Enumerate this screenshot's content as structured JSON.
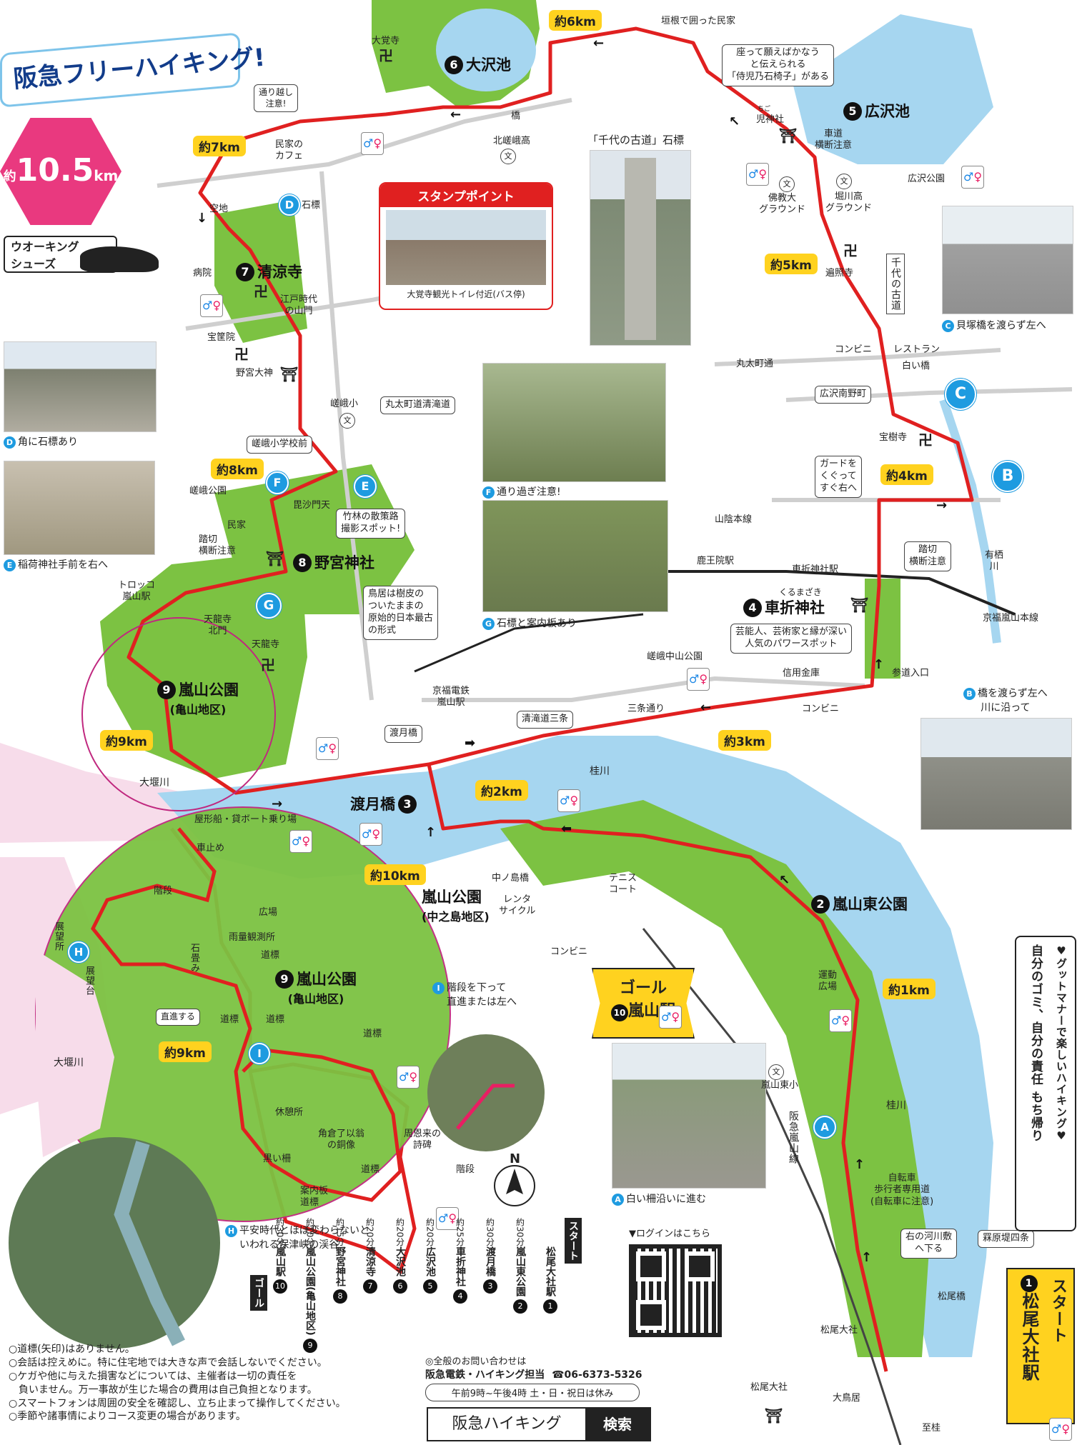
{
  "header": {
    "title_fragment": "阪急フリーハイキング!",
    "distance_prefix": "約",
    "distance_value": "10.5",
    "distance_unit": "km",
    "shoes_label_1": "ウオーキング",
    "shoes_label_2": "シューズ"
  },
  "places": {
    "p1_num": "1",
    "p1_name_a": "スタート",
    "p1_name_b": "松尾大社駅",
    "p2_num": "2",
    "p2_name": "嵐山東公園",
    "p3_num": "3",
    "p3_name": "渡月橋",
    "p4_num": "4",
    "p4_name": "車折神社",
    "p4_ruby": "くるまざき",
    "p5_num": "5",
    "p5_name": "広沢池",
    "p6_num": "6",
    "p6_name": "大沢池",
    "p7_num": "7",
    "p7_name": "清涼寺",
    "p8_num": "8",
    "p8_name": "野宮神社",
    "p9_num": "9",
    "p9_name": "嵐山公園",
    "p9_sub": "(亀山地区)",
    "p10_num": "10",
    "p10_name": "嵐山駅",
    "goal": "ゴール",
    "nakanoshima": "嵐山公園",
    "nakanoshima_sub": "(中之島地区)"
  },
  "distances": {
    "d1": "約1km",
    "d2": "約2km",
    "d3": "約3km",
    "d4": "約4km",
    "d5": "約5km",
    "d6": "約6km",
    "d7": "約7km",
    "d8": "約8km",
    "d9": "約9km",
    "d9b": "約9km",
    "d10": "約10km"
  },
  "labels": {
    "kakine": "垣根で囲った民家",
    "jidou1": "座って願えばかなう",
    "jidou2": "と伝えられる",
    "jidou3": "「侍児乃石椅子」がある",
    "chigo": "ちご",
    "chigo_shrine": "児神社",
    "crossing1": "車道",
    "crossing2": "横断注意",
    "hirosawa_park": "広沢公園",
    "bukkyo1": "佛教大",
    "bukkyo2": "グラウンド",
    "horikawa1": "堀川高",
    "horikawa2": "グラウンド",
    "henshoji": "遍照寺",
    "chiyo_road": "千代の古道",
    "chiyo_stone": "「千代の古道」石標",
    "kitasaga": "北嵯峨高",
    "hashi": "橋",
    "toorikoshi1": "通り越し",
    "toorikoshi2": "注意!",
    "minka_cafe1": "民家の",
    "minka_cafe2": "カフェ",
    "ishishirube": "石標",
    "stamp_title": "スタンプポイント",
    "stamp_caption": "大覚寺観光トイレ付近(バス停)",
    "daikakuji": "大覚寺",
    "akichi": "空地",
    "byoin": "病院",
    "edo1": "江戸時代",
    "edo2": "の山門",
    "hokyoin": "宝筐院",
    "nonomiya_daijin": "野宮大神",
    "sagasho": "嵯峨小",
    "marutamachi_kiyotaki": "丸太町道清滝道",
    "sagasho_mae": "嵯峨小学校前",
    "saga_park": "嵯峨公園",
    "bishamon": "毘沙門天",
    "minka": "民家",
    "fumikiri1": "踏切",
    "fumikiri2": "横断注意",
    "chikurin1": "竹林の散策路",
    "chikurin2": "撮影スポット!",
    "torii1": "鳥居は樹皮の",
    "torii2": "ついたままの",
    "torii3": "原始的日本最古",
    "torii4": "の形式",
    "torokko1": "トロッコ",
    "torokko2": "嵐山駅",
    "tenryuji_kita1": "天龍寺",
    "tenryuji_kita2": "北門",
    "tenryuji1": "天龍寺",
    "oi_river": "大堰川",
    "yakatabune": "屋形船・貸ボート乗り場",
    "randen1": "京福電鉄",
    "randen2": "嵐山駅",
    "togetsukyo_small": "渡月橋",
    "kiyotaki_sanjo": "清滝道三条",
    "sanjo_dori": "三条通り",
    "katsura_river": "桂川",
    "saga_nakayama": "嵯峨中山公園",
    "shinyo": "信用金庫",
    "sando_iriguchi": "参道入口",
    "konbini": "コンビニ",
    "geino1": "芸能人、芸術家と縁が深い",
    "geino2": "人気のパワースポット",
    "rokuouin": "鹿王院駅",
    "kurumazaki_st": "車折神社駅",
    "fumikiri_b1": "踏切",
    "fumikiri_b2": "横断注意",
    "sanin": "山陰本線",
    "keifuku_line": "京福嵐山本線",
    "guard1": "ガードを",
    "guard2": "くぐって",
    "guard3": "すぐ右へ",
    "arisu1": "有栖",
    "arisu2": "川",
    "marutamachi_dori": "丸太町通",
    "hirosawa_minami": "広沢南野町",
    "restaurant": "レストラン",
    "shiraibashi": "白い橋",
    "hojuji": "宝樹寺",
    "nakanoshima_bridge": "中ノ島橋",
    "rental1": "レンタ",
    "rental2": "サイクル",
    "tennis1": "テニス",
    "tennis2": "コート",
    "undo1": "運動",
    "undo2": "広場",
    "higashisho": "嵐山東小",
    "hankyu_line": "阪急嵐山線",
    "bike1": "自転車",
    "bike2": "歩行者専用道",
    "bike3": "(自転車に注意)",
    "kawara1": "右の河川敷",
    "kawara2": "へ下る",
    "matsuo_taisha": "松尾大社",
    "matsuobashi": "松尾橋",
    "karahara": "罧原堤四条",
    "otorii": "大鳥居",
    "shikatsura": "至桂",
    "kurumadome": "車止め",
    "kaidan": "階段",
    "hiroba": "広場",
    "uryo": "雨量観測所",
    "ishidatami": "石畳み",
    "dohyo": "道標",
    "tenbodai_a": "展望所",
    "tenbodai_b": "展望台",
    "chokushin": "直進する",
    "kyukeijo": "休憩所",
    "suminokura1": "角倉了以翁",
    "suminokura2": "の銅像",
    "shuonrai1": "周恩来の",
    "shuonrai2": "詩碑",
    "kuroisaku": "黒い柵",
    "annaiban1": "案内板",
    "annaiban2": "道標",
    "north": "N",
    "login": "▼ログインはこちら"
  },
  "captions": {
    "C": "貝塚橋を渡らず左へ",
    "D": "角に石標あり",
    "E": "稲荷神社手前を右へ",
    "F": "通り過ぎ注意!",
    "G": "石標と案内板あり",
    "B1": "橋を渡らず左へ",
    "B2": "川に沿って",
    "A": "白い柵沿いに進む",
    "I1": "階段を下って",
    "I2": "直進または左へ",
    "H1": "平安時代とほぼ変わらないと",
    "H2": "いわれる保津峡の渓谷"
  },
  "schedule": {
    "start": "スタート",
    "goal": "ゴール",
    "stops": [
      {
        "num": "1",
        "name": "松尾大社駅",
        "time": ""
      },
      {
        "num": "2",
        "name": "嵐山東公園",
        "time": "約30分"
      },
      {
        "num": "3",
        "name": "渡月橋",
        "time": "約30分"
      },
      {
        "num": "4",
        "name": "車折神社",
        "time": "約25分"
      },
      {
        "num": "5",
        "name": "広沢池",
        "time": "約20分"
      },
      {
        "num": "6",
        "name": "大沢池",
        "time": "約20分"
      },
      {
        "num": "7",
        "name": "清涼寺",
        "time": "約20分"
      },
      {
        "num": "8",
        "name": "野宮神社",
        "time": "約15分"
      },
      {
        "num": "9",
        "name": "嵐山公園(亀山地区)",
        "time": "約10分"
      },
      {
        "num": "10",
        "name": "嵐山駅",
        "time": "約30分"
      }
    ]
  },
  "manner": {
    "line1": "♥グットマナーで楽しいハイキング♥",
    "line2": "自分のゴミ、自分の責任 もち帰り"
  },
  "notes": [
    "○道標(矢印)はありません。",
    "○会話は控えめに。特に住宅地では大きな声で会話しないでください。",
    "○ケガや他に与えた損害などについては、主催者は一切の責任を",
    "　負いません。万一事故が生じた場合の費用は自己負担となります。",
    "○スマートフォンは周囲の安全を確認し、立ち止まって操作してください。",
    "○季節や諸事情によりコース変更の場合があります。"
  ],
  "contact": {
    "line1": "◎全般のお問い合わせは",
    "org": "阪急電鉄・ハイキング担当",
    "tel": "☎06-6373-5326",
    "hours": "午前9時~午後4時 土・日・祝日は休み"
  },
  "search": {
    "text": "阪急ハイキング",
    "button": "検索"
  },
  "colors": {
    "route": "#e02020",
    "park": "#7cc242",
    "river": "#a6d6f0",
    "accent_blue": "#1e9be0",
    "yellow": "#ffd21f"
  }
}
